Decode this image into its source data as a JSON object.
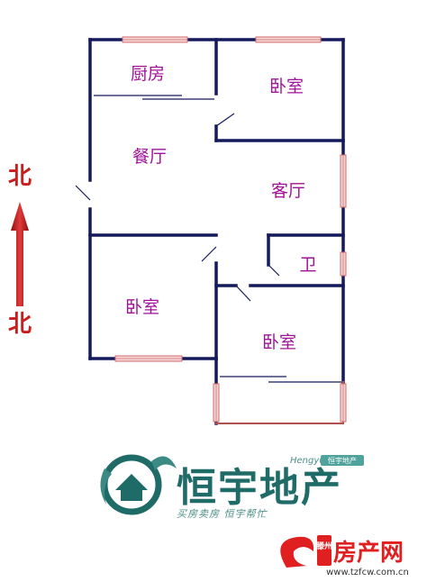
{
  "rooms": {
    "kitchen": "厨房",
    "bedroom_north": "卧室",
    "dining": "餐厅",
    "living": "客厅",
    "bath": "卫",
    "bedroom_southwest": "卧室",
    "bedroom_southeast": "卧室"
  },
  "compass": {
    "north_top": "北",
    "north_bottom": "北"
  },
  "logo": {
    "name_cn": "恒宇地产",
    "name_en": "Hengyu",
    "badge": "恒宇地产",
    "slogan": "买房卖房 恒宇帮忙"
  },
  "watermark": {
    "city_badge": "滕州",
    "site_name": "房产网",
    "url": "www.tzfcw.com.cn"
  },
  "colors": {
    "wall": "#141a5c",
    "window": "#d66a6a",
    "label": "#a0129a",
    "arrow": "#c81e1e",
    "logo": "#1f6b67",
    "site": "#e02020"
  }
}
